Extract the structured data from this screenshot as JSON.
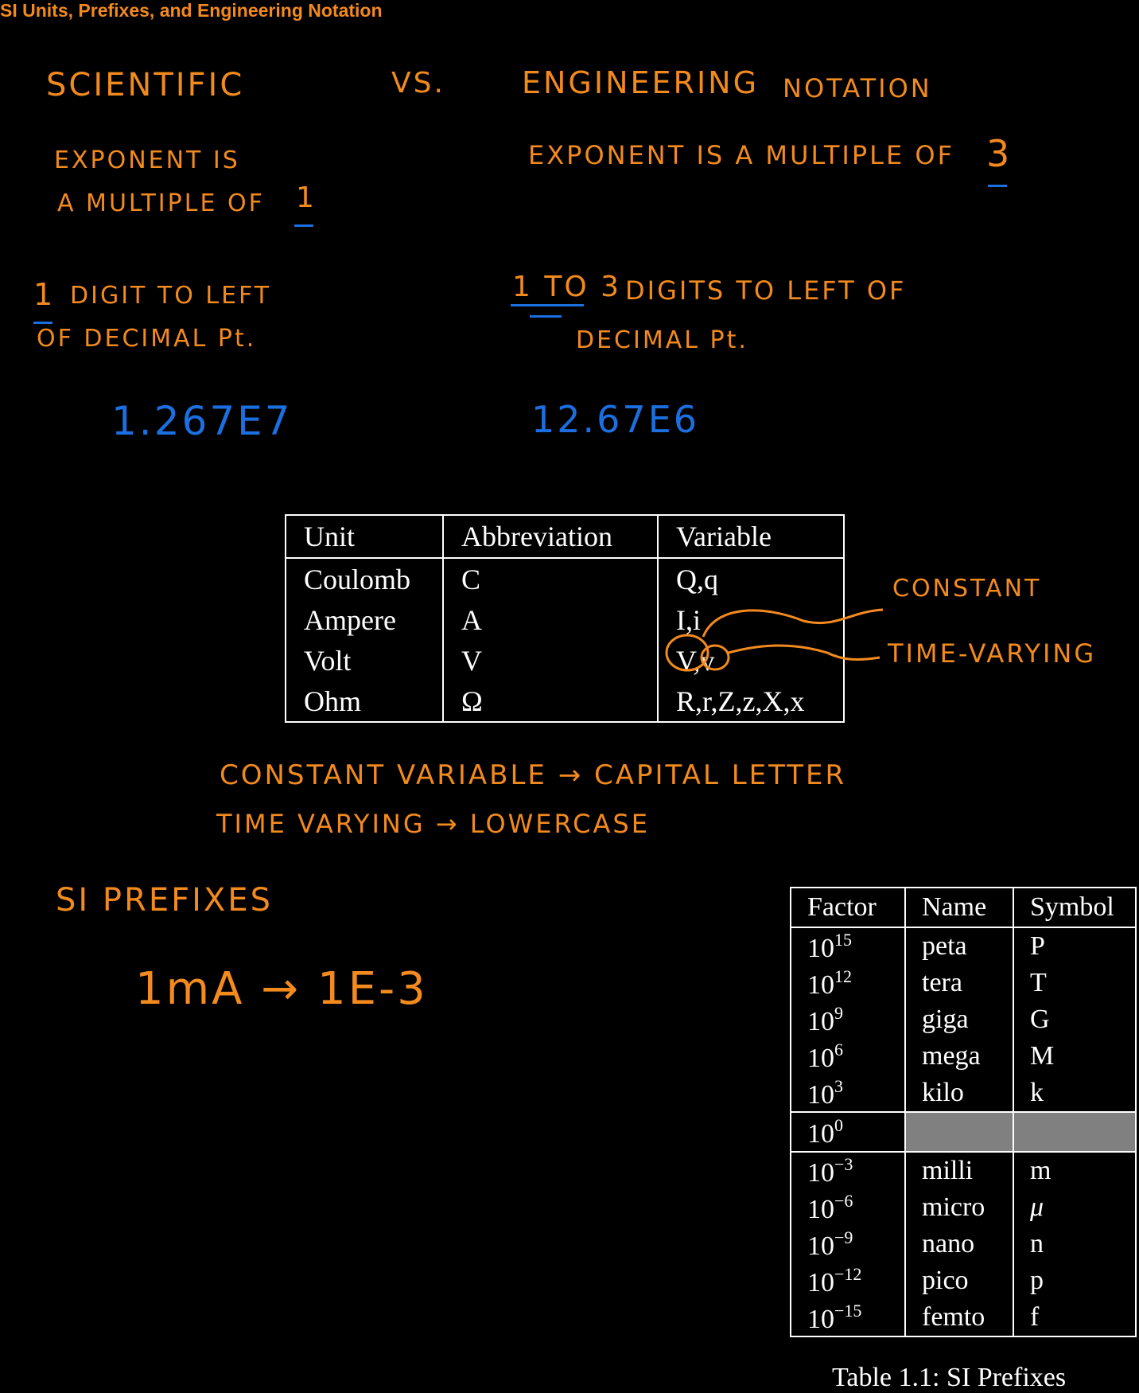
{
  "page_title": "SI Units, Prefixes, and Engineering Notation",
  "notes": {
    "scientific": "SCIENTIFIC",
    "vs": "VS.",
    "engineering": "ENGINEERING",
    "notation": "NOTATION",
    "sci_exp_line1": "EXPONENT IS",
    "sci_exp_line2": "A MULTIPLE OF",
    "sci_exp_value": "1",
    "eng_exp": "EXPONENT IS A MULTIPLE OF",
    "eng_exp_value": "3",
    "sci_digit_num": "1",
    "sci_digit_line1": "DIGIT TO LEFT",
    "sci_digit_line2": "OF DECIMAL Pt.",
    "eng_digit_num": "1 TO 3",
    "eng_digit_line1": "DIGITS TO LEFT OF",
    "eng_digit_line2": "DECIMAL Pt.",
    "sci_example": "1.267E7",
    "eng_example": "12.67E6",
    "constant": "CONSTANT",
    "time_varying": "TIME-VARYING",
    "rule_constant": "CONSTANT VARIABLE → CAPITAL LETTER",
    "rule_time_varying": "TIME VARYING → LOWERCASE",
    "si_prefixes": "SI PREFIXES",
    "prefix_example": "1mA → 1E-3"
  },
  "units_table": {
    "headers": [
      "Unit",
      "Abbreviation",
      "Variable"
    ],
    "rows": [
      [
        "Coulomb",
        "C",
        "Q,q"
      ],
      [
        "Ampere",
        "A",
        "I,i"
      ],
      [
        "Volt",
        "V",
        "V,v"
      ],
      [
        "Ohm",
        "Ω",
        "R,r,Z,z,X,x"
      ]
    ]
  },
  "prefix_table": {
    "headers": [
      "Factor",
      "Name",
      "Symbol"
    ],
    "base": "10",
    "rows_large": [
      {
        "exp": "15",
        "name": "peta",
        "symbol": "P"
      },
      {
        "exp": "12",
        "name": "tera",
        "symbol": "T"
      },
      {
        "exp": "9",
        "name": "giga",
        "symbol": "G"
      },
      {
        "exp": "6",
        "name": "mega",
        "symbol": "M"
      },
      {
        "exp": "3",
        "name": "kilo",
        "symbol": "k"
      }
    ],
    "unity": {
      "exp": "0",
      "name": "",
      "symbol": ""
    },
    "rows_small": [
      {
        "exp": "−3",
        "name": "milli",
        "symbol": "m"
      },
      {
        "exp": "−6",
        "name": "micro",
        "symbol": "μ"
      },
      {
        "exp": "−9",
        "name": "nano",
        "symbol": "n"
      },
      {
        "exp": "−12",
        "name": "pico",
        "symbol": "p"
      },
      {
        "exp": "−15",
        "name": "femto",
        "symbol": "f"
      }
    ],
    "caption": "Table 1.1: SI Prefixes"
  },
  "colors": {
    "background": "#000000",
    "orange_ink": "#f28a1e",
    "blue_ink": "#1b6fe0",
    "table_lines": "#ffffff",
    "unity_fill": "#808080"
  }
}
